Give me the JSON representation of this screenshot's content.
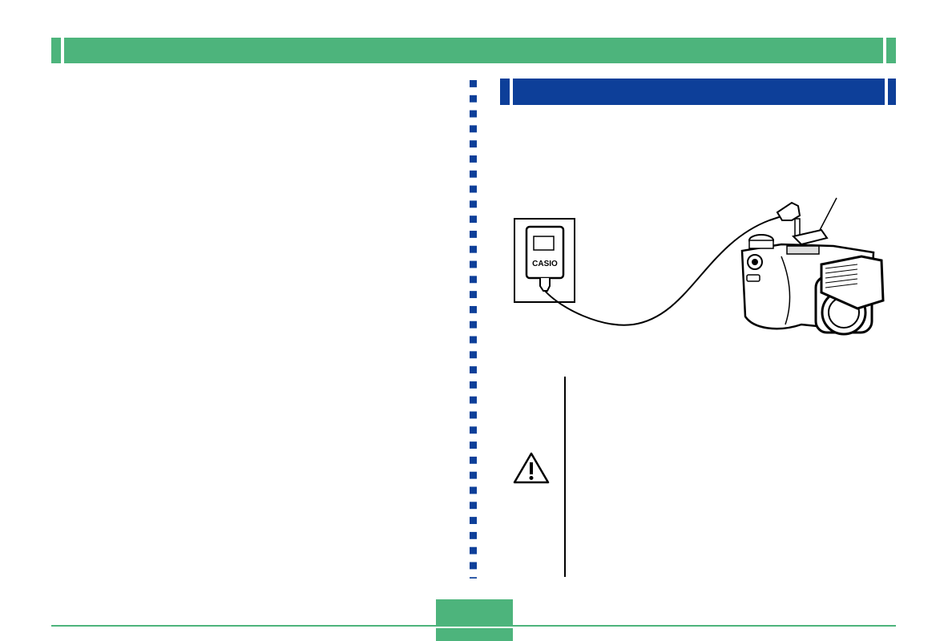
{
  "header": {
    "title": "",
    "color": "#4db47c"
  },
  "left_column": {
    "text": ""
  },
  "section": {
    "title": "",
    "color": "#0d3f99"
  },
  "illustration": {
    "adapter_logo": "CASIO",
    "items": [
      "ac-adaptor",
      "power-cord",
      "dc-plug",
      "digital-camera"
    ]
  },
  "caution": {
    "icon": "warning-triangle-icon",
    "label": ""
  },
  "footer": {
    "page_number": "",
    "color": "#4db47c"
  },
  "colors": {
    "accent_green": "#4db47c",
    "accent_blue": "#0d3f99"
  }
}
